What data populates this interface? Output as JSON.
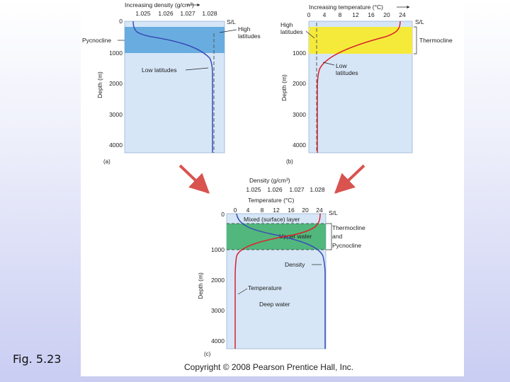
{
  "figure_label": "Fig. 5.23",
  "copyright": "Copyright © 2008 Pearson Prentice Hall, Inc.",
  "colors": {
    "water": "#d6e6f7",
    "pycnocline": "#69ade0",
    "thermocline": "#f5ea3a",
    "combined": "#52b77d",
    "density_line": "#3a4db5",
    "temperature_line": "#d9222a",
    "arrow": "#d9534f"
  },
  "panel_a": {
    "axis_title": "Increasing density (g/cm³)",
    "ticks": [
      "1.025",
      "1.026",
      "1.027",
      "1.028"
    ],
    "depth_label": "Depth (m)",
    "depth_ticks": [
      "0",
      "1000",
      "2000",
      "3000",
      "4000"
    ],
    "sea_level": "S/L",
    "layer_label": "Pycnocline",
    "high_label_1": "High",
    "high_label_2": "latitudes",
    "low_label": "Low latitudes",
    "letter": "(a)"
  },
  "panel_b": {
    "axis_title": "Increasing temperature (°C)",
    "ticks": [
      "0",
      "4",
      "8",
      "12",
      "16",
      "20",
      "24"
    ],
    "depth_label": "Depth (m)",
    "depth_ticks": [
      "0",
      "1000",
      "2000",
      "3000",
      "4000"
    ],
    "sea_level": "S/L",
    "layer_label": "Thermocline",
    "high_label_1": "High",
    "high_label_2": "latitudes",
    "low_label_1": "Low",
    "low_label_2": "latitudes",
    "letter": "(b)"
  },
  "panel_c": {
    "density_title": "Density (g/cm³)",
    "density_ticks": [
      "1.025",
      "1.026",
      "1.027",
      "1.028"
    ],
    "temp_title": "Temperature (°C)",
    "temp_ticks": [
      "0",
      "4",
      "8",
      "12",
      "16",
      "20",
      "24"
    ],
    "depth_label": "Depth (m)",
    "depth_ticks": [
      "0",
      "1000",
      "2000",
      "3000",
      "4000"
    ],
    "sea_level": "S/L",
    "mixed_layer": "Mixed (surface) layer",
    "upper_water": "Upper water",
    "thermo_1": "Thermocline",
    "thermo_2": "and",
    "thermo_3": "Pycnocline",
    "density_label": "Density",
    "temperature_label": "Temperature",
    "deep_water": "Deep water",
    "letter": "(c)"
  }
}
